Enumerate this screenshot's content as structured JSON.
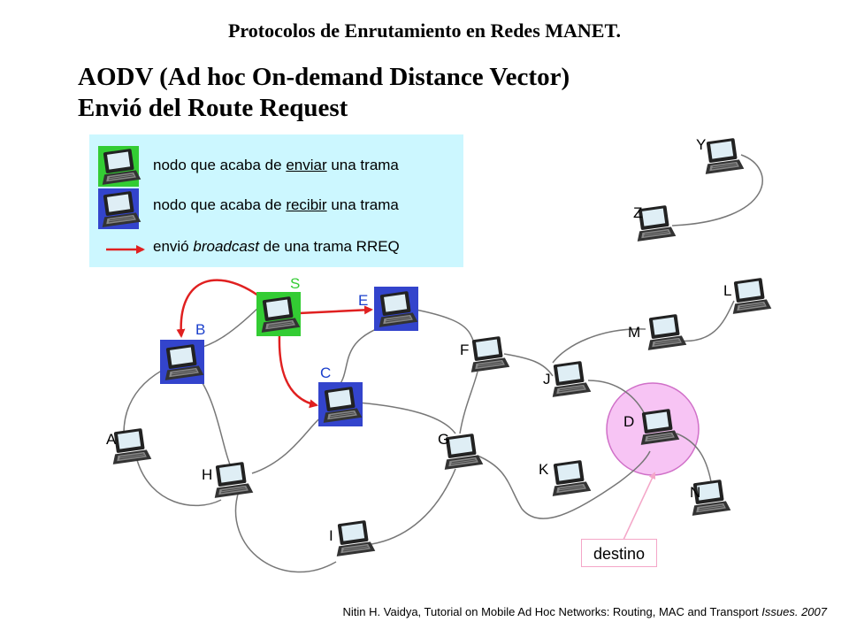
{
  "title": "Protocolos de Enrutamiento en Redes MANET.",
  "heading": {
    "line1": "AODV (Ad hoc On-demand Distance Vector)",
    "line2": "Envió del Route Request"
  },
  "legend": {
    "row1": {
      "pre": "nodo que acaba de ",
      "em": "enviar",
      "post": " una trama"
    },
    "row2": {
      "pre": "nodo que acaba de ",
      "em": "recibir",
      "post": " una trama"
    },
    "row3": {
      "pre": "envió ",
      "em": "broadcast",
      "post": " de una trama RREQ"
    }
  },
  "nodes": {
    "S": "S",
    "E": "E",
    "B": "B",
    "C": "C",
    "A": "A",
    "H": "H",
    "I": "I",
    "F": "F",
    "G": "G",
    "J": "J",
    "K": "K",
    "M": "M",
    "L": "L",
    "D": "D",
    "N": "N",
    "Y": "Y",
    "Z": "Z"
  },
  "destination_label": "destino",
  "citation": {
    "main": "Nitin H. Vaidya, Tutorial on Mobile Ad Hoc Networks: Routing, MAC and Transport ",
    "em": "Issues. 2007"
  },
  "colors": {
    "sender": "#33cc33",
    "receiver": "#3344cc",
    "broadcast": "#e02020",
    "legend_bg": "#ccf7ff",
    "destination_bg": "#f7c4f4"
  }
}
